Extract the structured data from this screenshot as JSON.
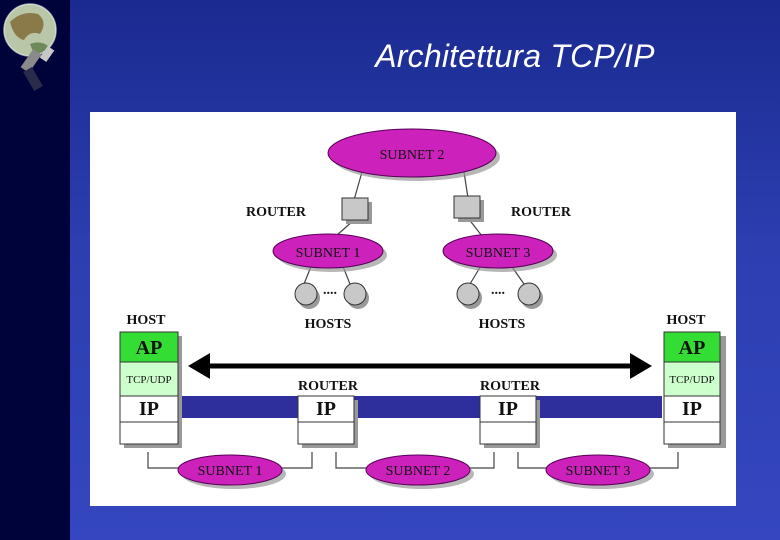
{
  "slide": {
    "title": "Architettura TCP/IP"
  },
  "diagram": {
    "top": {
      "subnet2": "SUBNET 2",
      "subnet1": "SUBNET 1",
      "subnet3": "SUBNET 3",
      "router_left": "ROUTER",
      "router_right": "ROUTER",
      "hosts_left": "HOSTS",
      "hosts_right": "HOSTS",
      "dots_left": "....",
      "dots_right": "...."
    },
    "stack": {
      "host_left": "HOST",
      "host_right": "HOST",
      "ap_left": "AP",
      "ap_right": "AP",
      "tcpudp_left": "TCP/UDP",
      "tcpudp_right": "TCP/UDP",
      "ip_host_left": "IP",
      "ip_host_right": "IP",
      "router_left": "ROUTER",
      "router_right": "ROUTER",
      "ip_router_left": "IP",
      "ip_router_right": "IP"
    },
    "bottom": {
      "subnet1": "SUBNET 1",
      "subnet2": "SUBNET 2",
      "subnet3": "SUBNET 3"
    },
    "colors": {
      "subnet_fill": "#cc22bb",
      "ap_fill": "#33dd33",
      "tcpudp_fill": "#ccffcc",
      "network_band": "#2e2e9c"
    }
  }
}
